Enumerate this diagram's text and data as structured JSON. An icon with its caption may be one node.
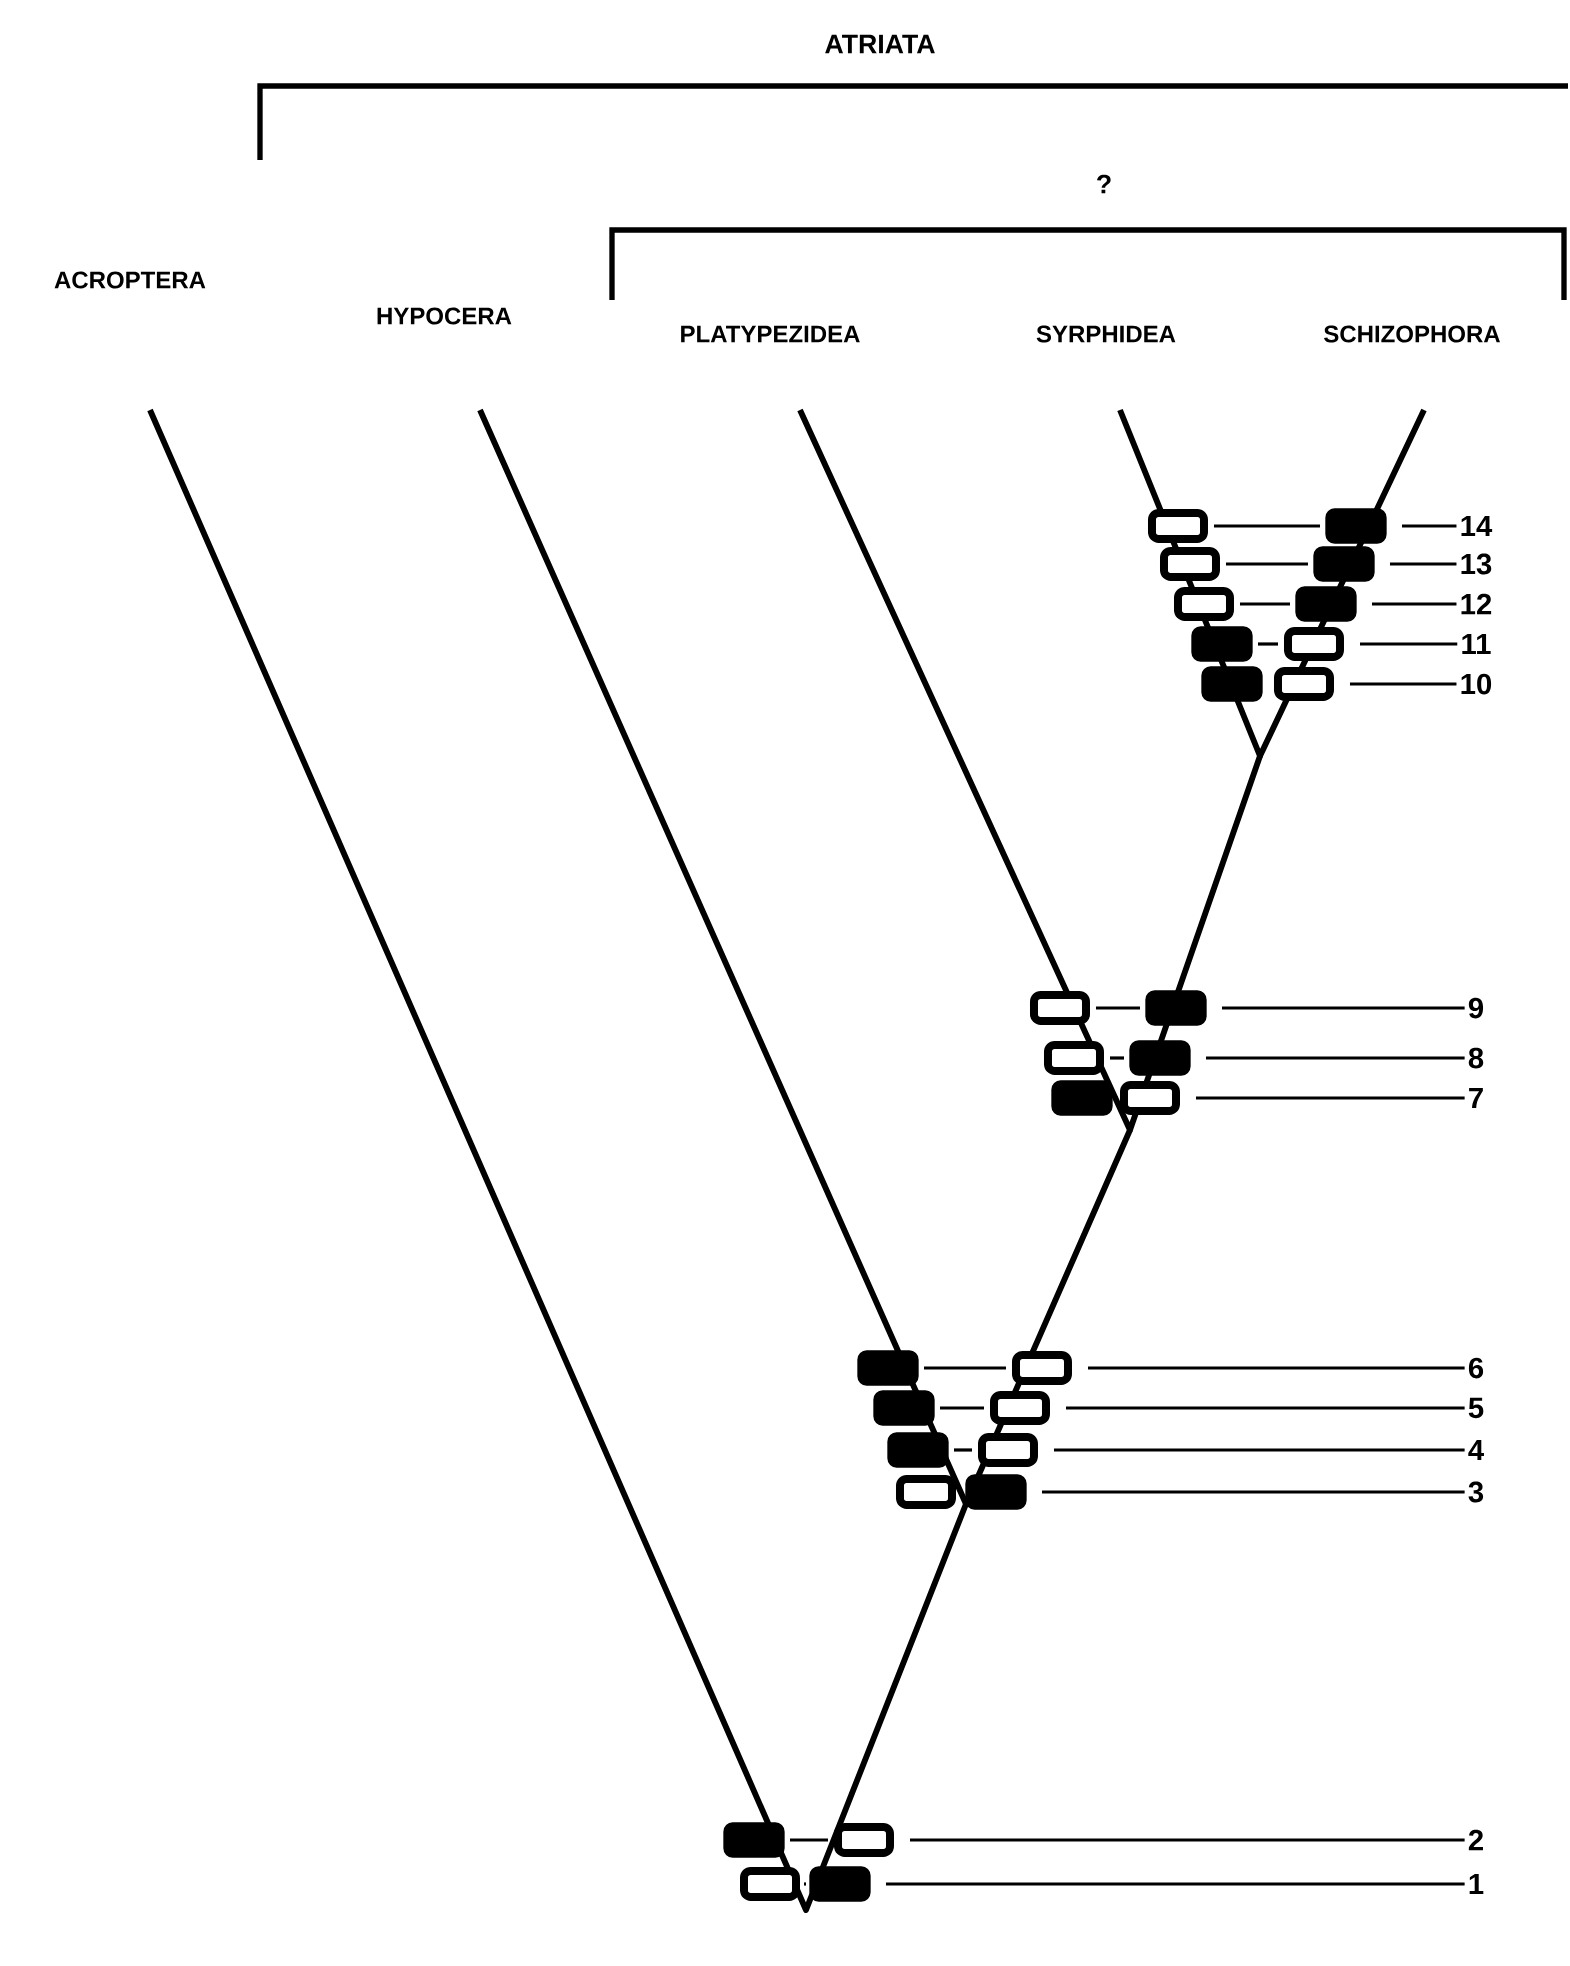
{
  "diagram": {
    "nodes": [
      {
        "text": [
          "ACROPTERA"
        ]
      },
      {
        "text": [
          "HYPOCERA"
        ]
      },
      {
        "text": [
          "PLATYPEZIDEA"
        ]
      },
      {
        "text": [
          "SYRPHIDEA"
        ]
      },
      {
        "text": [
          "SCHIZOPHORA"
        ]
      },
      {
        "text": [
          "1"
        ]
      },
      {
        "text": [
          "2"
        ]
      },
      {
        "text": [
          "3"
        ]
      },
      {
        "text": [
          "4"
        ]
      },
      {
        "text": [
          "5"
        ]
      },
      {
        "text": [
          "6"
        ]
      },
      {
        "text": [
          "7"
        ]
      },
      {
        "text": [
          "8"
        ]
      },
      {
        "text": [
          "9"
        ]
      },
      {
        "text": [
          "10"
        ]
      },
      {
        "text": [
          "11"
        ]
      },
      {
        "text": [
          "12"
        ]
      },
      {
        "text": [
          "13"
        ]
      },
      {
        "text": [
          "14"
        ]
      }
    ],
    "edges": [
      {
        "from": 5,
        "to": null,
        "arrow": "none"
      },
      {
        "from": 6,
        "to": null,
        "arrow": "none"
      },
      {
        "from": 7,
        "to": null,
        "arrow": "none"
      },
      {
        "from": 8,
        "to": null,
        "arrow": "none"
      },
      {
        "from": 9,
        "to": null,
        "arrow": "none"
      },
      {
        "from": 10,
        "to": null,
        "arrow": "none"
      },
      {
        "from": 11,
        "to": null,
        "arrow": "none"
      },
      {
        "from": 12,
        "to": null,
        "arrow": "none"
      },
      {
        "from": 13,
        "to": null,
        "arrow": "none"
      },
      {
        "from": 14,
        "to": null,
        "arrow": "none"
      },
      {
        "from": 15,
        "to": null,
        "arrow": "none"
      },
      {
        "from": 16,
        "to": null,
        "arrow": "none"
      },
      {
        "from": 17,
        "to": null,
        "arrow": "none"
      },
      {
        "from": 18,
        "to": null,
        "arrow": "none"
      }
    ],
    "labels": [
      "ATRIATA",
      "?"
    ]
  }
}
